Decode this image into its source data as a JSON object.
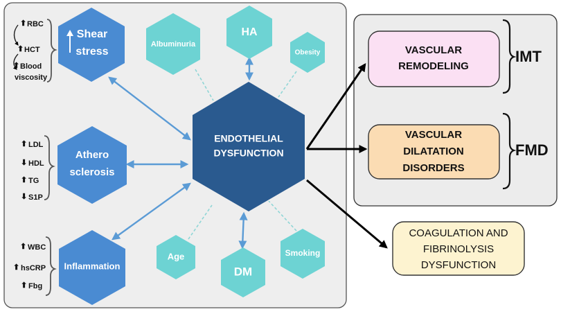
{
  "colors": {
    "panel_bg": "#eeeeee",
    "hex_main": "#2a5a8f",
    "hex_blue": "#4a8bd2",
    "hex_teal": "#6dd3d3",
    "connector_blue": "#5b9bd5",
    "connector_dash": "#8fd6d6",
    "arrow_black": "#000000",
    "remodeling_fill": "#fbe0f3",
    "dilatation_fill": "#fbdcb3",
    "coagulation_fill": "#fdf3d0"
  },
  "center": {
    "lines": [
      "ENDOTHELIAL",
      "DYSFUNCTION"
    ]
  },
  "mechanisms": [
    {
      "lines": [
        "Shear",
        "stress"
      ],
      "has_up_arrow": true,
      "factors": [
        {
          "arrow": "up",
          "label": "RBC"
        },
        {
          "arrow": "up",
          "label": "HCT"
        },
        {
          "arrow": "up",
          "label": "Blood"
        },
        {
          "arrow": "",
          "label": "viscosity"
        }
      ]
    },
    {
      "lines": [
        "Athero",
        "sclerosis"
      ],
      "factors": [
        {
          "arrow": "up",
          "label": "LDL"
        },
        {
          "arrow": "down",
          "label": "HDL"
        },
        {
          "arrow": "up",
          "label": "TG"
        },
        {
          "arrow": "down",
          "label": "S1P"
        }
      ]
    },
    {
      "lines": [
        "Inflammation"
      ],
      "factors": [
        {
          "arrow": "up",
          "label": "WBC"
        },
        {
          "arrow": "up",
          "label": "hsCRP"
        },
        {
          "arrow": "up",
          "label": "Fbg"
        }
      ]
    }
  ],
  "risk_factors": [
    "Albuminuria",
    "HA",
    "Obesity",
    "Age",
    "DM",
    "Smoking"
  ],
  "outcomes": {
    "remodeling": [
      "VASCULAR",
      "REMODELING"
    ],
    "dilatation": [
      "VASCULAR",
      "DILATATION",
      "DISORDERS"
    ],
    "imt": "IMT",
    "fmd": "FMD",
    "coagulation": [
      "COAGULATION AND",
      "FIBRINOLYSIS",
      "DYSFUNCTION"
    ]
  }
}
